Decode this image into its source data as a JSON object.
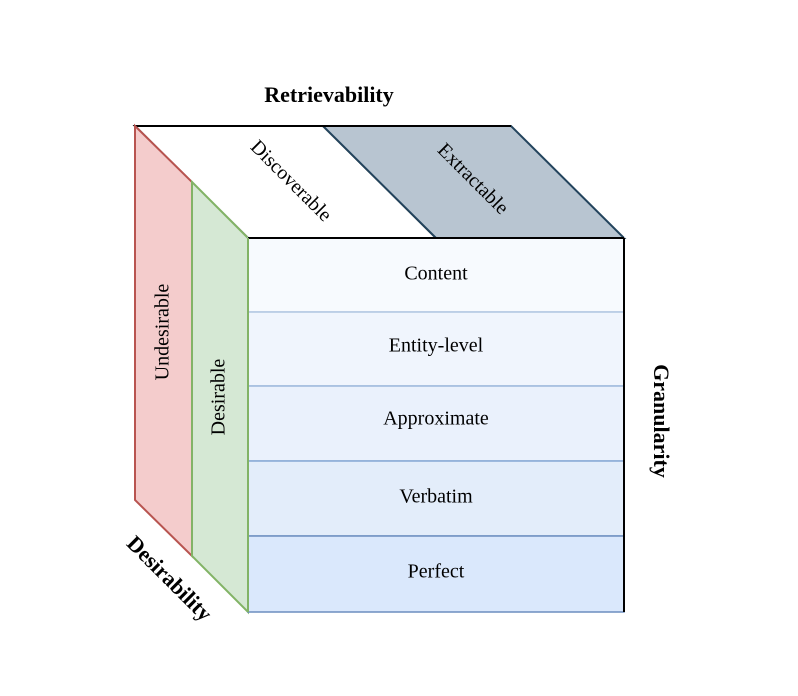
{
  "axes": {
    "retrievability": "Retrievability",
    "granularity": "Granularity",
    "desirability": "Desirability"
  },
  "top_face": {
    "items": [
      {
        "label": "Discoverable",
        "fill": "#ffffff"
      },
      {
        "label": "Extractable",
        "fill": "#b8c5d1"
      }
    ]
  },
  "side_face": {
    "items": [
      {
        "label": "Undesirable",
        "fill": "#f4cccc",
        "stroke": "#b85450"
      },
      {
        "label": "Desirable",
        "fill": "#d5e8d4",
        "stroke": "#82b366"
      }
    ]
  },
  "front_face": {
    "rows": [
      {
        "label": "Content",
        "fill": "#f7fafe"
      },
      {
        "label": "Entity-level",
        "fill": "#f0f5fd"
      },
      {
        "label": "Approximate",
        "fill": "#eaf1fc"
      },
      {
        "label": "Verbatim",
        "fill": "#e3edfa"
      },
      {
        "label": "Perfect",
        "fill": "#dae8fc"
      }
    ]
  }
}
